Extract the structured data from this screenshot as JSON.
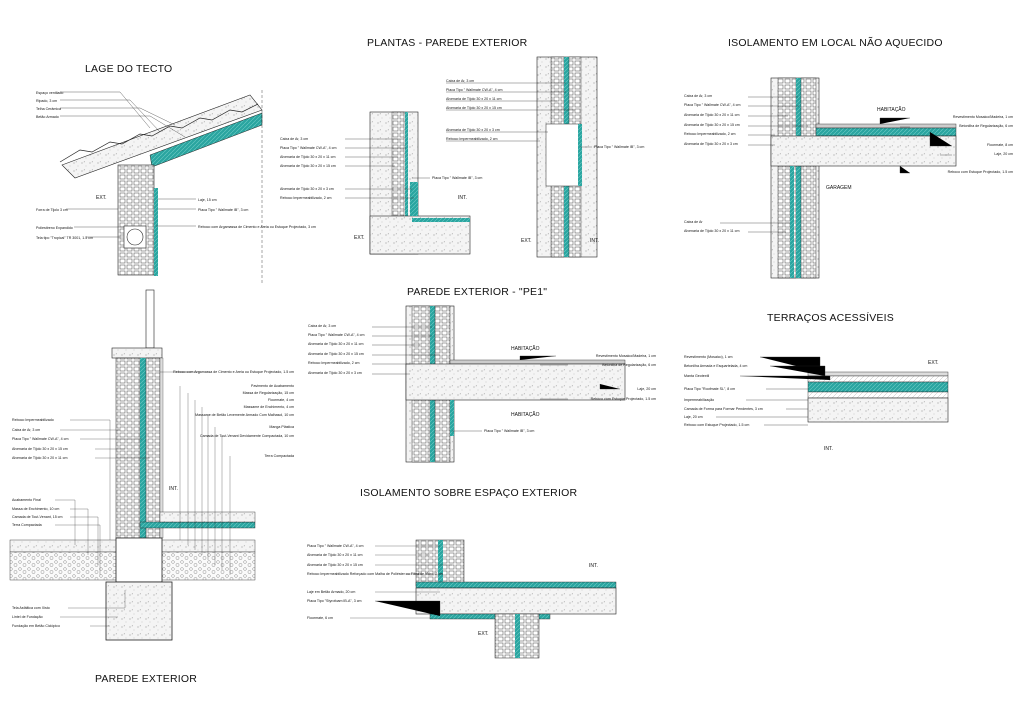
{
  "colors": {
    "insulation": "#2aa5a0",
    "line": "#222222",
    "concrete": "#f2f2f2",
    "hatch": "#9a9a9a",
    "brick": "#ffffff"
  },
  "sections": {
    "lage": {
      "title": "LAGE DO TECTO",
      "labels": [
        "Espaço ventilado",
        "Ripado, 3 cm",
        "Telha Cerâmica",
        "Betão Armado",
        "Forra de Tijolo 3 cm",
        "Poliestireno Expandido",
        "Tela tipo \"Tropical\" TR 3001, 1.5 cm"
      ],
      "right_labels": [
        "Laje, 15 cm",
        "Placa Tipo \" Wallmate IB\", 3 cm",
        "Reboco com Argamassa de Cimento e Areia ou Estuque Projectado, 3 cm"
      ],
      "ext": "EXT."
    },
    "plantas": {
      "title": "PLANTAS - PAREDE EXTERIOR",
      "left_labels": [
        "Caixa de Ar, 3 cm",
        "Placa Tipo \" Wallmate CW-A\", 4 cm",
        "Alvenaria de Tijolo 30 x 20 x 11 cm",
        "Alvenaria de Tijolo 30 x 20 x 15 cm",
        "Alvenaria de Tijolo 30 x 20 x 3 cm",
        "Reboco Impermeabilizado, 2 cm"
      ],
      "mid_label": "Placa Tipo \" Wallmate IB\", 3 cm",
      "top_labels": [
        "Caixa de Ar, 3 cm",
        "Placa Tipo \" Wallmate CW-A\", 4 cm",
        "Alvenaria de Tijolo 30 x 20 x 11 cm",
        "Alvenaria de Tijolo 30 x 20 x 15 cm"
      ],
      "lower_labels": [
        "Alvenaria de Tijolo 30 x 20 x 3 cm",
        "Reboco Impermeabilizado, 2 cm"
      ],
      "right_label": "Placa Tipo \" Wallmate IB\", 3 cm",
      "int": "INT.",
      "ext": "EXT."
    },
    "nao_aquecido": {
      "title": "ISOLAMENTO EM LOCAL NÃO AQUECIDO",
      "left_labels": [
        "Caixa de Ar, 3 cm",
        "Placa Tipo \" Wallmate CW-A\", 4 cm",
        "Alvenaria de Tijolo 30 x 20 x 11 cm",
        "Alvenaria de Tijolo 30 x 20 x 15 cm",
        "Reboco Impermeabilizado, 2 cm",
        "Alvenaria de Tijolo 30 x 20 x 3 cm"
      ],
      "habitacao": "HABITAÇÃO",
      "right_labels": [
        "Revestimento Mosaico/Madeira, 1 cm",
        "Betonilha de Regularização, 6 cm",
        "Floormate, 8 cm",
        "Laje, 20 cm",
        "Reboco com Estuque Projectado, 1.5 cm"
      ],
      "garagem": "GARAGEM",
      "lower_labels": [
        "Caixa de Ar",
        "Alvenaria de Tijolo 30 x 20 x 11 cm"
      ]
    },
    "pe1": {
      "title": "PAREDE EXTERIOR - \"PE1\"",
      "left_labels": [
        "Caixa de Ar, 3 cm",
        "Placa Tipo \" Wallmate CW-A\", 4 cm",
        "Alvenaria de Tijolo 30 x 20 x 11 cm",
        "Alvenaria de Tijolo 30 x 20 x 15 cm",
        "Reboco Impermeabilizado, 2 cm",
        "Alvenaria de Tijolo 30 x 20 x 3 cm"
      ],
      "habitacao": "HABITAÇÃO",
      "right_labels": [
        "Revestimento Mosaico/Madeira, 1 cm",
        "Betonilha de Regularização, 6 cm",
        "Laje, 20 cm",
        "Reboco com Estuque Projectado, 1.5 cm"
      ],
      "habitacao2": "HABITAÇÃO",
      "bottom_label": "Placa Tipo \" Wallmate IB\", 3 cm"
    },
    "terracos": {
      "title": "TERRAÇOS ACESSÍVEIS",
      "labels": [
        "Revestimento (Mosaico), 1 cm",
        "Betonilha Armada e Esquartelada, 4 cm",
        "Manta Geotextil",
        "Placa Tipo \"Roofmate SL\", 8 cm",
        "Impermeabilização",
        "Camada de Forma para Formar Pendentes, 3 cm",
        "Laje, 20 cm",
        "Reboco com Estuque Projectado, 1.5 cm"
      ],
      "ext": "EXT.",
      "int": "INT."
    },
    "parede_ext": {
      "title": "PAREDE EXTERIOR",
      "left_labels": [
        "Reboco Impermeabilizado",
        "Caixa de Ar, 3 cm",
        "Placa Tipo \" Wallmate CW-A\", 4 cm",
        "Alvenaria de Tijolo 30 x 20 x 15 cm",
        "Alvenaria de Tijolo 30 x 20 x 11 cm"
      ],
      "bottom_left_labels": [
        "Acabamento Final",
        "Massa de Enchimento, 10 cm",
        "Camada de Tout-Venant, 15 cm",
        "Terra Compactada"
      ],
      "foot_labels": [
        "Tela Asfáltica com Xisto",
        "Lintel de Fundação",
        "Fundação em Betão Ciclópico"
      ],
      "right_labels": [
        "Reboco com Argamassa de Cimento e Areia ou Estuque Projectado, 1.5 cm",
        "Pavimento de Acabamento",
        "Massa de Regularização, 15 cm",
        "Floormate, 4 cm",
        "Massame de Enchimento, 4 cm",
        "Massame de Betão Levemente Armado Com Malhasol, 10 cm",
        "Manga Plástica",
        "Camada de Tout-Venant Devidamente Compactada, 10 cm",
        "Terra Compactada"
      ],
      "int": "INT."
    },
    "espaco_ext": {
      "title": "ISOLAMENTO SOBRE ESPAÇO EXTERIOR",
      "labels": [
        "Placa Tipo \" Wallmate CW-A\", 4 cm",
        "Alvenaria de Tijolo 30 x 20 x 11 cm",
        "Alvenaria de Tijolo 30 x 20 x 15 cm",
        "Reboco Impermeabilizado Reforçado com Malha de Poliéster ou Fibra de Vidro, 2 cm",
        "Laje em Betão Armado, 20 cm",
        "Placa Tipo \"Styrofoam IB-A\", 3 cm",
        "Floormate, 6 cm"
      ],
      "int": "INT.",
      "ext": "EXT."
    }
  }
}
